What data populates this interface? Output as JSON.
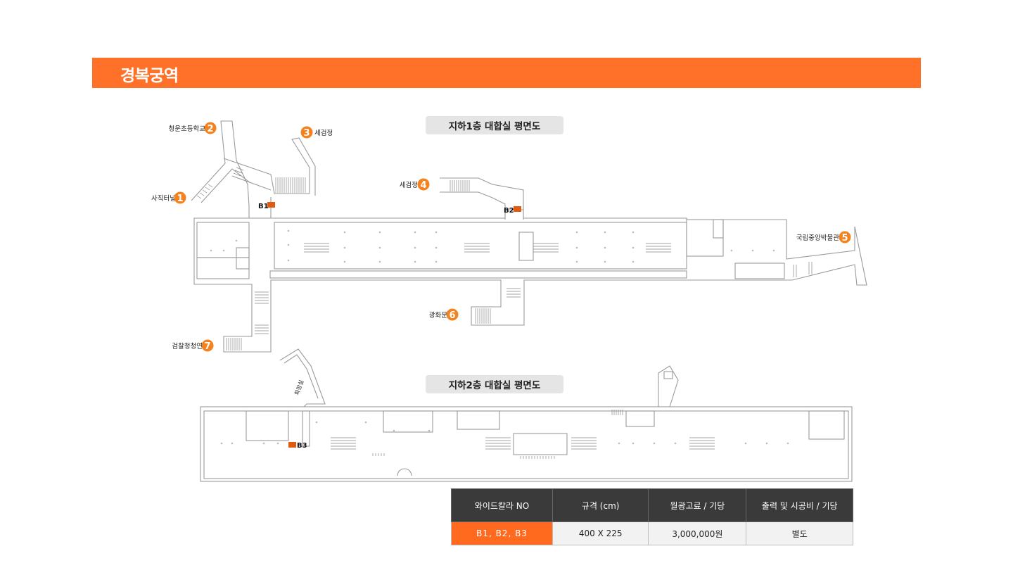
{
  "header": {
    "title": "경복궁역"
  },
  "floors": {
    "b1": {
      "label": "지하1층 대합실 평면도"
    },
    "b2": {
      "label": "지하2층 대합실 평면도"
    }
  },
  "exits": [
    {
      "num": "1",
      "name": "사직터널"
    },
    {
      "num": "2",
      "name": "청운초등학교"
    },
    {
      "num": "3",
      "name": "세검정"
    },
    {
      "num": "4",
      "name": "세검정"
    },
    {
      "num": "5",
      "name": "국립중앙박물관"
    },
    {
      "num": "6",
      "name": "광화문"
    },
    {
      "num": "7",
      "name": "검찰청청연"
    }
  ],
  "markers": {
    "b1": "B1",
    "b2": "B2",
    "b3": "B3"
  },
  "room_labels": {
    "restroom": "화장실"
  },
  "table": {
    "headers": [
      "와이드칼라 NO",
      "규격 (cm)",
      "월광고료 / 기당",
      "출력 및 시공비 / 기당"
    ],
    "row": [
      "B1, B2, B3",
      "400 X 225",
      "3,000,000원",
      "별도"
    ]
  },
  "colors": {
    "accent": "#ff7128",
    "marker": "#e05a10",
    "table_header": "#3a3a3a"
  }
}
